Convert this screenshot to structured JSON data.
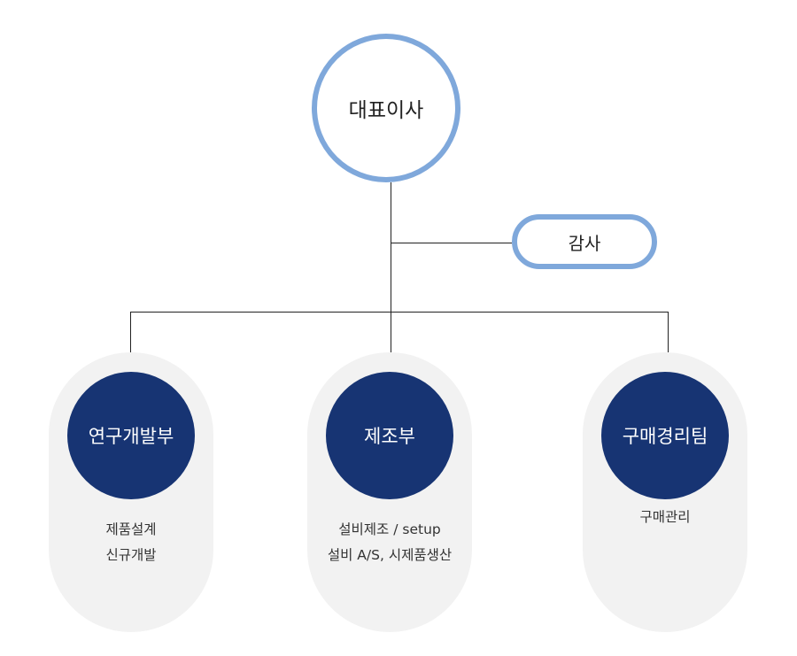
{
  "ceo": {
    "label": "대표이사"
  },
  "audit": {
    "label": "감사"
  },
  "departments": [
    {
      "name": "연구개발부",
      "tasks": [
        "제품설계",
        "신규개발"
      ]
    },
    {
      "name": "제조부",
      "tasks": [
        "설비제조 / setup",
        "설비 A/S, 시제품생산"
      ]
    },
    {
      "name": "구매경리팀",
      "tasks": [
        "",
        "구매관리"
      ]
    }
  ],
  "colors": {
    "accent_ring": "#7fa8db",
    "department_fill": "#173473",
    "pill_background": "#f2f2f2",
    "connector": "#222222"
  }
}
